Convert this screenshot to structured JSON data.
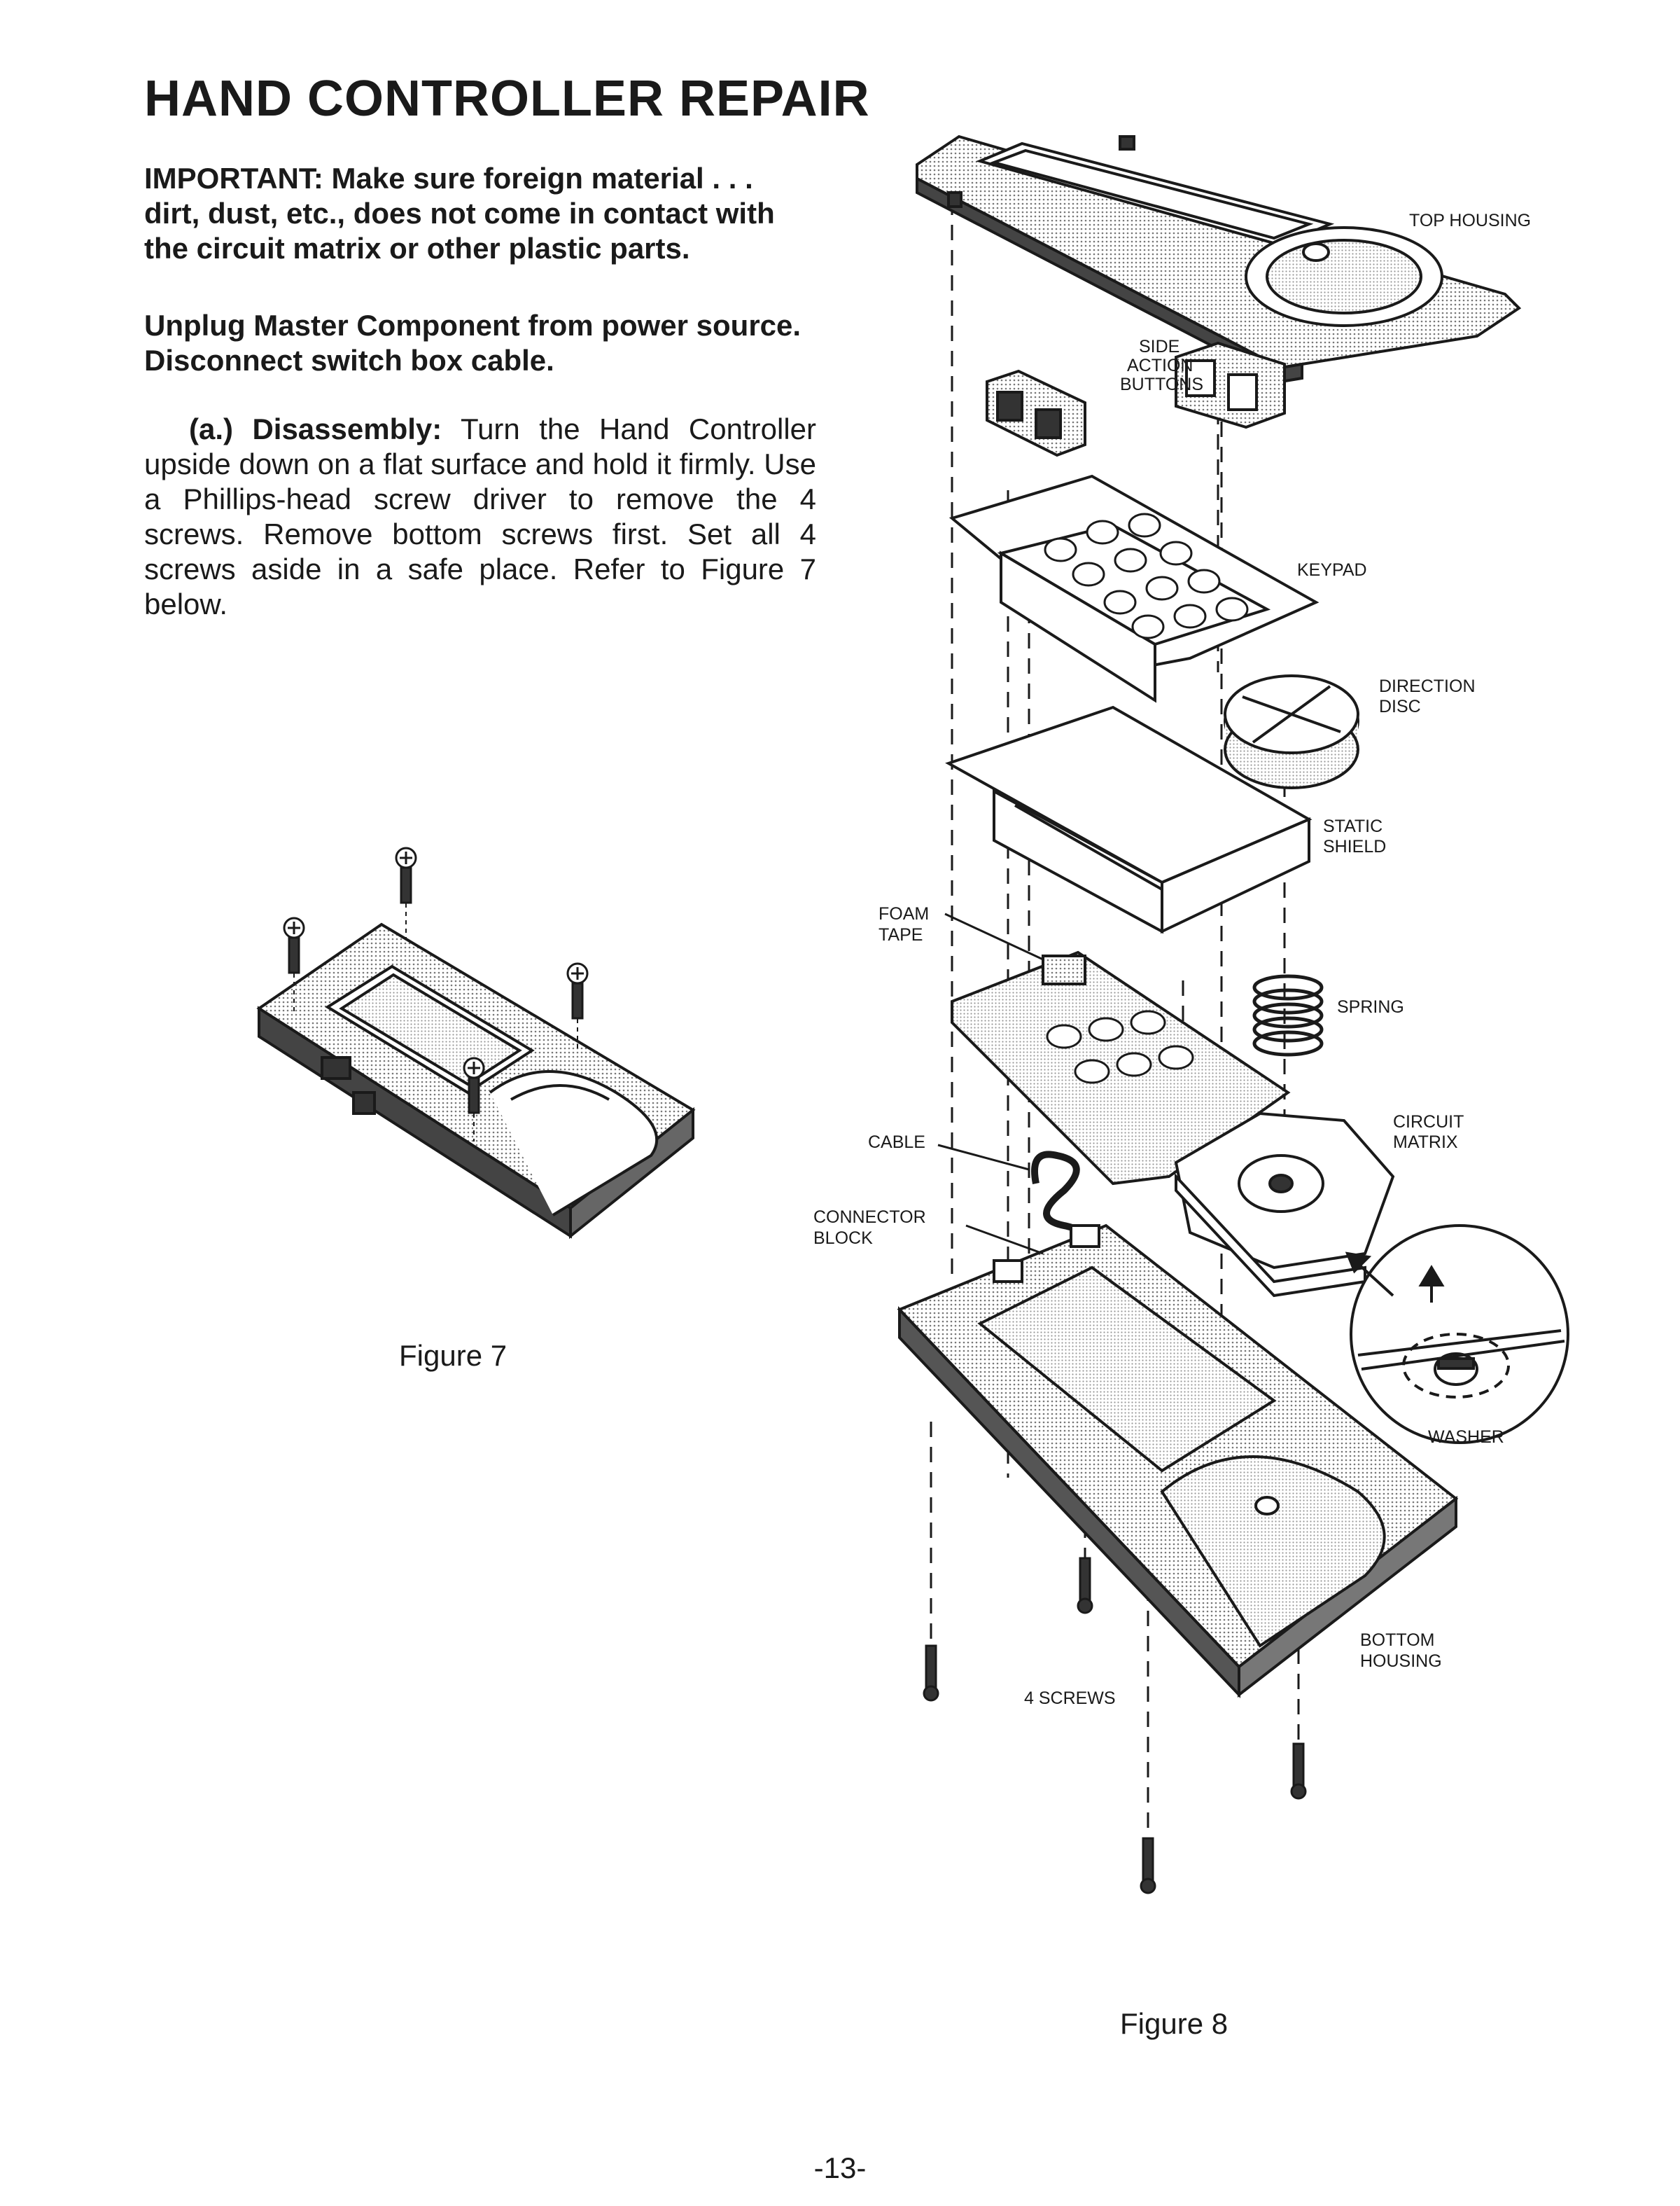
{
  "page": {
    "title": "HAND CONTROLLER REPAIR",
    "important": "IMPORTANT: Make sure foreign material . . . dirt, dust, etc., does not come in contact with the circuit matrix or other plastic parts.",
    "unplug": "Unplug Master Component from power source. Disconnect switch box cable.",
    "disassembly_lead": "(a.) Disassembly:",
    "disassembly_text": "Turn the Hand Controller upside down on a flat surface and hold it firmly. Use a Phillips-head screw driver to remove the 4 screws. Remove bottom screws first. Set all 4 screws aside in a safe place. Refer to Figure 7 below.",
    "page_number": "-13-"
  },
  "figure7": {
    "caption": "Figure 7"
  },
  "figure8": {
    "caption": "Figure 8",
    "labels": {
      "top_housing": "TOP HOUSING",
      "side_action_1": "SIDE",
      "side_action_2": "ACTION",
      "side_action_3": "BUTTONS",
      "keypad": "KEYPAD",
      "direction_disc_1": "DIRECTION",
      "direction_disc_2": "DISC",
      "static_shield_1": "STATIC",
      "static_shield_2": "SHIELD",
      "foam_tape_1": "FOAM",
      "foam_tape_2": "TAPE",
      "spring": "SPRING",
      "circuit_matrix_1": "CIRCUIT",
      "circuit_matrix_2": "MATRIX",
      "cable": "CABLE",
      "connector_block_1": "CONNECTOR",
      "connector_block_2": "BLOCK",
      "washer": "WASHER",
      "bottom_housing_1": "BOTTOM",
      "bottom_housing_2": "HOUSING",
      "four_screws": "4 SCREWS"
    }
  }
}
